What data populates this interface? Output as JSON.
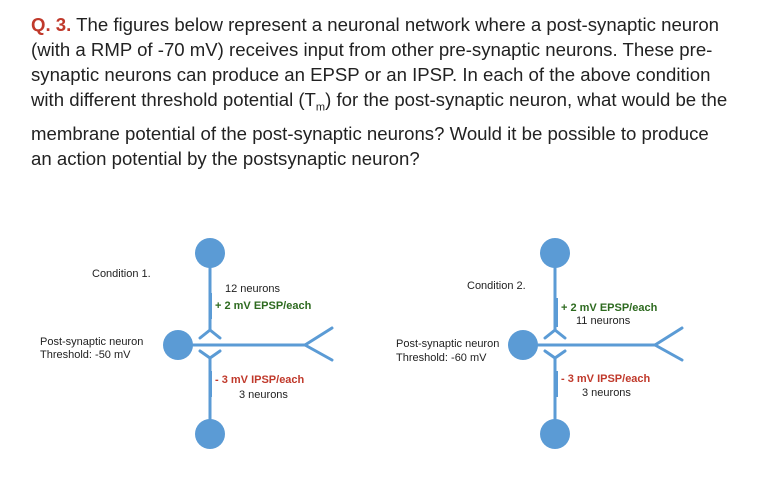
{
  "question": {
    "number": "Q. 3.",
    "text": " The  figures below represent a neuronal network where a post-synaptic neuron (with a RMP of -70 mV) receives input from other pre-synaptic neurons. These pre-synaptic neurons can produce an EPSP or an IPSP. In each of the above condition with different threshold potential (T",
    "subscript": "m",
    "text_after": ") for the post-synaptic neuron, what would be the membrane potential of the post-synaptic neurons? Would it be possible to produce an action potential by the postsynaptic neuron?"
  },
  "conditions": [
    {
      "title": "Condition 1.",
      "post_label_1": "Post-synaptic neuron",
      "post_label_2": "Threshold: -50 mV",
      "epsp_count": "12 neurons",
      "epsp_value": "+ 2 mV EPSP/each",
      "ipsp_value": "- 3 mV IPSP/each",
      "ipsp_count": "3 neurons"
    },
    {
      "title": "Condition 2.",
      "post_label_1": "Post-synaptic neuron",
      "post_label_2": "Threshold: -60 mV",
      "epsp_value": "+ 2 mV EPSP/each",
      "epsp_count": "11 neurons",
      "ipsp_value": "- 3 mV IPSP/each",
      "ipsp_count": "3 neurons"
    }
  ],
  "colors": {
    "neuron": "#5b9bd5",
    "epsp": "#2d6a1f",
    "ipsp": "#c0392b",
    "question_number": "#c0392b"
  }
}
